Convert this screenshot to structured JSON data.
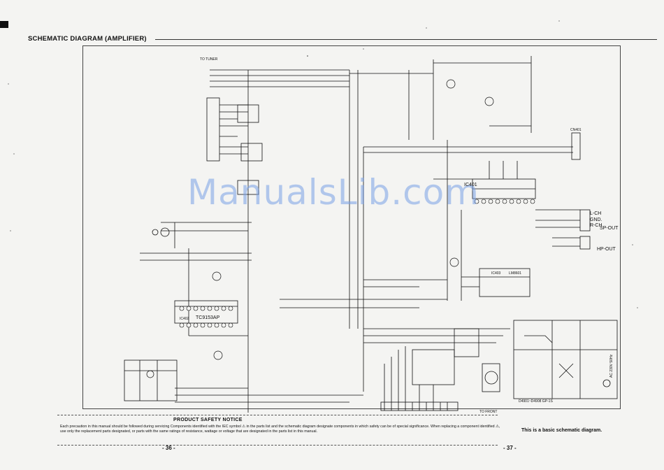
{
  "header": {
    "title": "SCHEMATIC DIAGRAM (AMPLIFIER)"
  },
  "watermark": "ManualsLib.com",
  "labels": {
    "to_tuner": "TO TUNER",
    "ic401": "IC401",
    "ic402": "IC402",
    "ic402_part": "TC9153AP",
    "ic403": "IC403",
    "ic403_part": "LM8601",
    "cn401": "CN401",
    "l_ch": "L-CH",
    "gnd": "GND.",
    "r_ch": "R-CH",
    "sp_out": "SP-OUT",
    "hp_out": "HP-OUT",
    "to_front": "TO FRONT",
    "diode_note": "D4901~D4908  GP-1S",
    "ac_input": "AC 230V 50Hz"
  },
  "notice": {
    "title": "PRODUCT SAFETY NOTICE",
    "body": "Each precaution in this manual should be followed during servicing Components identified with the IEC symbol ⚠ in the parts list and the schematic diagram designate components in which safety can be of special significance. When replacing a component identified ⚠, use only the replacement parts designated, or parts with the same ratings of resistance, wattage or voltage that are designated in the parts list in this manual."
  },
  "footer": {
    "basic_note": "This is a basic schematic diagram.",
    "page_left": "- 36 -",
    "page_right": "- 37 -"
  }
}
